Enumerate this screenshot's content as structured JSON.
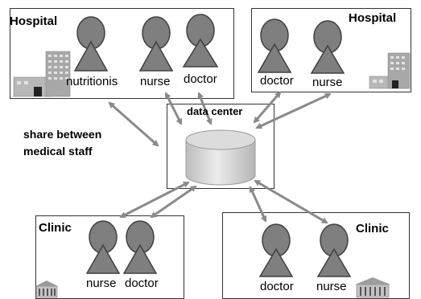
{
  "diagram": {
    "center": {
      "label": "data center"
    },
    "note": {
      "line1": "share between",
      "line2": "medical staff"
    },
    "sites": [
      {
        "title": "Hospital",
        "roles": [
          "nutritionis",
          "nurse",
          "doctor"
        ]
      },
      {
        "title": "Hospital",
        "roles": [
          "doctor",
          "nurse"
        ]
      },
      {
        "title": "Clinic",
        "roles": [
          "nurse",
          "doctor"
        ]
      },
      {
        "title": "Clinic",
        "roles": [
          "doctor",
          "nurse"
        ]
      }
    ]
  },
  "colors": {
    "person_fill": "#7f7f7f",
    "person_stroke": "#404040",
    "arrow": "#8a8a8a",
    "box_border": "#333333",
    "building": "#a8a8a8",
    "cylinder": "#d4d4d4"
  }
}
